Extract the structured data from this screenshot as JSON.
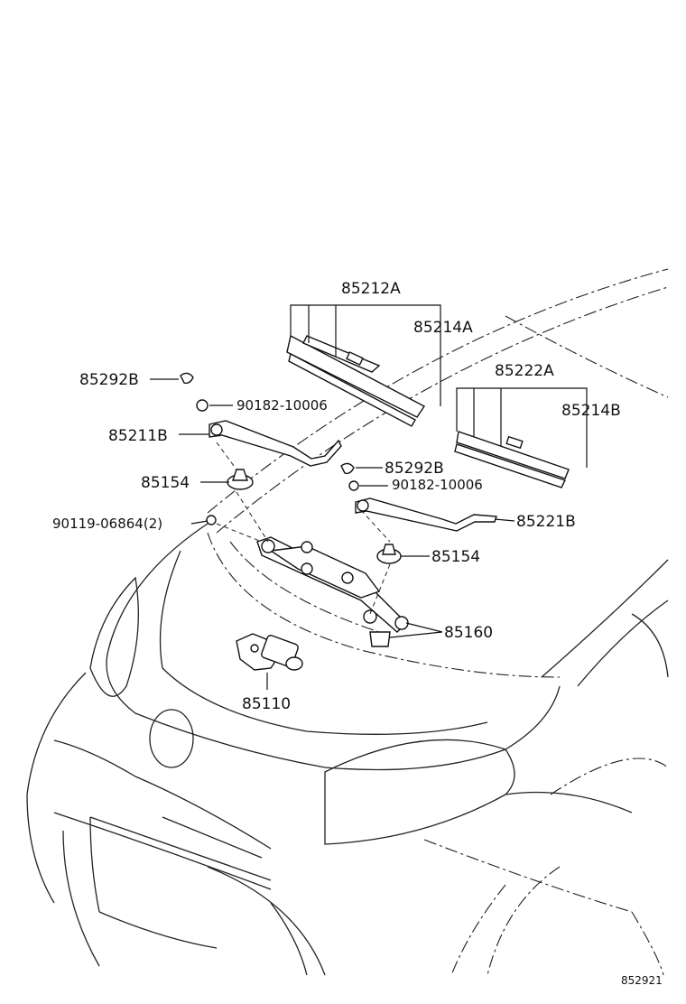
{
  "diagram": {
    "labels": {
      "p85212A": "85212A",
      "p85214A": "85214A",
      "p85292B_left": "85292B",
      "p90182_left": "90182-10006",
      "p85211B": "85211B",
      "p85154_left": "85154",
      "p90119": "90119-06864(2)",
      "p85222A": "85222A",
      "p85214B": "85214B",
      "p85292B_right": "85292B",
      "p90182_right": "90182-10006",
      "p85221B": "85221B",
      "p85154_right": "85154",
      "p85160": "85160",
      "p85110": "85110"
    },
    "figure_code": "852921"
  }
}
